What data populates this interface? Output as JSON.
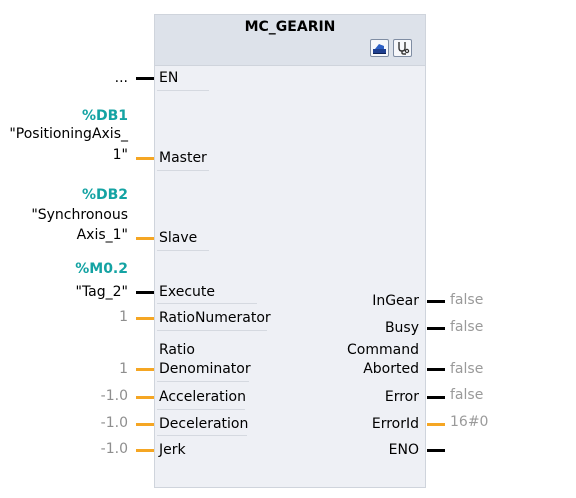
{
  "block": {
    "title": "MC_GEARIN"
  },
  "icons": [
    "axis-icon",
    "diagnostics-icon"
  ],
  "inputs": {
    "en": {
      "label": "EN",
      "value": "..."
    },
    "master": {
      "label": "Master",
      "operand": "%DB1",
      "name_line1": "\"PositioningAxis_",
      "name_line2": "1\""
    },
    "slave": {
      "label": "Slave",
      "operand": "%DB2",
      "name_line1": "\"Synchronous",
      "name_line2": "Axis_1\""
    },
    "execute": {
      "label": "Execute",
      "operand": "%M0.2",
      "name": "\"Tag_2\""
    },
    "ratio_numerator": {
      "label": "RatioNumerator",
      "value": "1"
    },
    "ratio_denominator": {
      "label_line1": "Ratio",
      "label_line2": "Denominator",
      "value": "1"
    },
    "acceleration": {
      "label": "Acceleration",
      "value": "-1.0"
    },
    "deceleration": {
      "label": "Deceleration",
      "value": "-1.0"
    },
    "jerk": {
      "label": "Jerk",
      "value": "-1.0"
    }
  },
  "outputs": {
    "in_gear": {
      "label": "InGear",
      "value": "false"
    },
    "busy": {
      "label": "Busy",
      "value": "false"
    },
    "command_aborted": {
      "label_line1": "Command",
      "label_line2": "Aborted",
      "value": "false"
    },
    "error": {
      "label": "Error",
      "value": "false"
    },
    "error_id": {
      "label": "ErrorId",
      "value": "16#0"
    },
    "eno": {
      "label": "ENO"
    }
  },
  "colors": {
    "operand": "#14a3a3",
    "bool_wire": "#000000",
    "value_wire": "#f5a623"
  }
}
